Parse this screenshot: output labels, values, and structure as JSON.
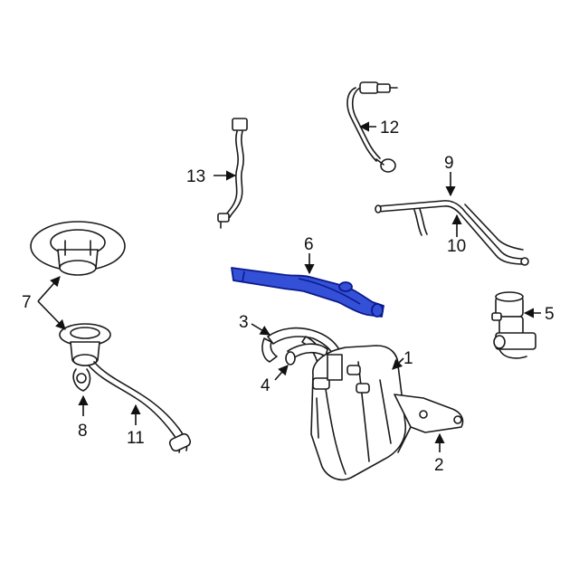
{
  "callouts": {
    "c1": "1",
    "c2": "2",
    "c3": "3",
    "c4": "4",
    "c5": "5",
    "c6": "6",
    "c7": "7",
    "c8": "8",
    "c9": "9",
    "c10": "10",
    "c11": "11",
    "c12": "12",
    "c13": "13"
  },
  "colors": {
    "highlight_fill": "#3450d6",
    "highlight_stroke": "#0b1a8c",
    "line": "#1a1a1a",
    "background": "#ffffff"
  },
  "highlighted_part": "6"
}
